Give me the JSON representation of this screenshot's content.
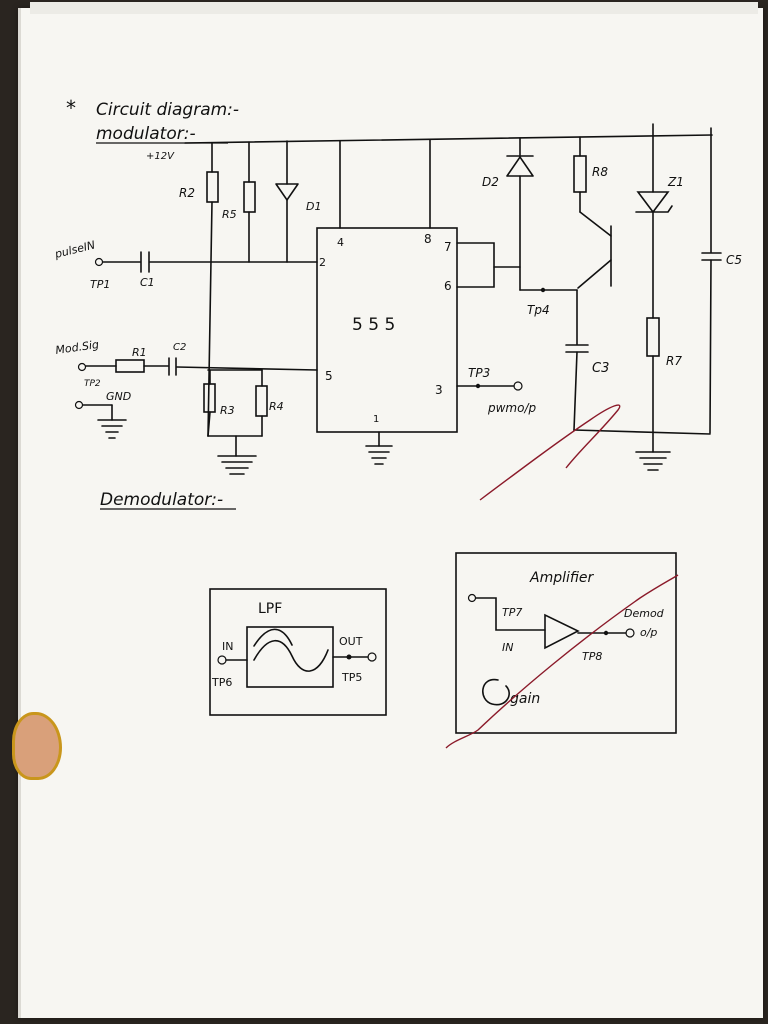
{
  "header": {
    "bullet": "*",
    "title": "Circuit diagram:-",
    "modulator_heading": "modulator:-",
    "demodulator_heading": "Demodulator:-"
  },
  "modulator": {
    "supply": "+12V",
    "chip": "5 5 5",
    "pins": {
      "p1": "1",
      "p2": "2",
      "p3": "3",
      "p4": "4",
      "p5": "5",
      "p6": "6",
      "p7": "7",
      "p8": "8"
    },
    "components": {
      "R2": "R2",
      "R5": "R5",
      "D1": "D1",
      "D2": "D2",
      "R8": "R8",
      "Z1": "Z1",
      "C5": "C5",
      "C1": "C1",
      "C2": "C2",
      "R1": "R1",
      "R3": "R3",
      "R4": "R4",
      "C3": "C3",
      "R7": "R7"
    },
    "terminals": {
      "pulse_in": "pulseIN",
      "tp1": "TP1",
      "mod_sig": "Mod.Sig",
      "tp2": "TP2",
      "gnd": "GND",
      "tp3": "TP3",
      "pwm_out": "pwmo/p",
      "tp4": "Tp4"
    }
  },
  "demodulator": {
    "lpf": {
      "title": "LPF",
      "in": "IN",
      "out": "OUT",
      "tp_in": "TP6",
      "tp_out": "TP5"
    },
    "amplifier": {
      "title": "Amplifier",
      "tp7": "TP7",
      "in": "IN",
      "demod1": "Demod",
      "demod2": "o/p",
      "tp8": "TP8",
      "gain": "gain"
    }
  },
  "colors": {
    "ink": "#111111",
    "red_pen": "#8b1a2a",
    "paper": "#f7f6f2"
  }
}
